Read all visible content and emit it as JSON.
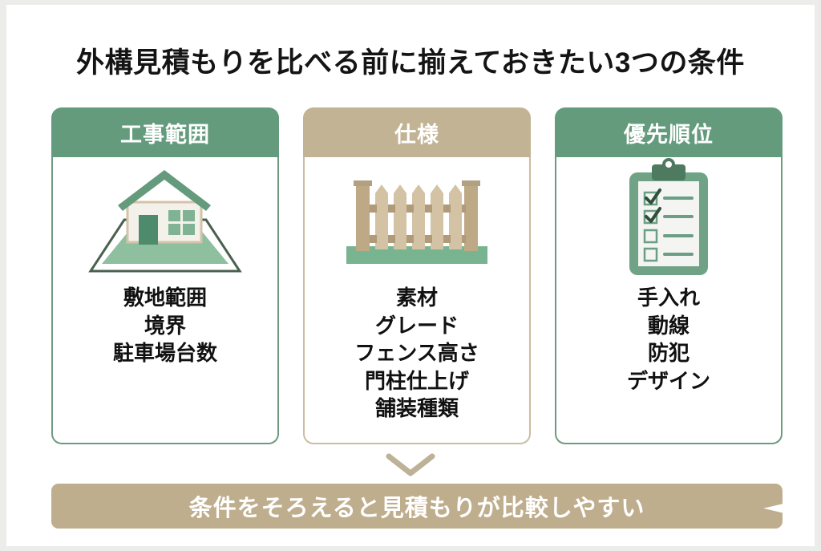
{
  "page": {
    "title": "外構見積もりを比べる前に揃えておきたい3つの条件",
    "background_color": "#ffffff",
    "outer_color": "#ececea"
  },
  "colors": {
    "green": "#639b7c",
    "green_border": "#6d9a80",
    "tan": "#c2b395",
    "tan_border": "#cbbda2",
    "banner": "#bfae8d",
    "chevron": "#bdb197",
    "text": "#111111"
  },
  "cards": [
    {
      "header": "工事範囲",
      "theme": "green",
      "icon": "house-on-lot-icon",
      "lines": [
        "敷地範囲",
        "境界",
        "駐車場台数"
      ]
    },
    {
      "header": "仕様",
      "theme": "tan",
      "icon": "picket-fence-icon",
      "lines": [
        "素材",
        "グレード",
        "フェンス高さ",
        "門柱仕上げ",
        "舗装種類"
      ]
    },
    {
      "header": "優先順位",
      "theme": "green",
      "icon": "clipboard-checklist-icon",
      "lines": [
        "手入れ",
        "動線",
        "防犯",
        "デザイン"
      ]
    }
  ],
  "chevron": {
    "icon": "chevron-down-icon"
  },
  "banner": {
    "text": "条件をそろえると見積もりが比較しやすい"
  }
}
